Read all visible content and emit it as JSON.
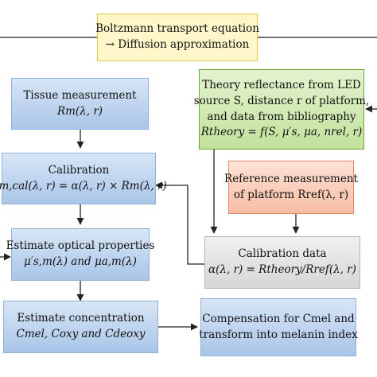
{
  "boxes": {
    "boltzmann": {
      "line1": "Boltzmann transport equation",
      "line2": "→ Diffusion approximation"
    },
    "tissue": {
      "line1": "Tissue measurement",
      "line2": "Rm(λ, r)"
    },
    "theory": {
      "line1": "Theory reflectance from LED",
      "line2": "source S, distance r of platform,",
      "line3": "and data from bibliography",
      "line4": "Rtheory = f(S, μ′s, μa, nrel, r)"
    },
    "calibration": {
      "line1": "Calibration",
      "line2": "Rm,cal(λ, r) = α(λ, r) × Rm(λ, r)"
    },
    "reference": {
      "line1": "Reference measurement",
      "line2": "of platform Rref(λ, r)"
    },
    "optical": {
      "line1": "Estimate optical properties",
      "line2": "μ′s,m(λ) and μa,m(λ)"
    },
    "calib_data": {
      "line1": "Calibration data",
      "line2": "α(λ, r) = Rtheory/Rref(λ, r)"
    },
    "concentration": {
      "line1": "Estimate concentration",
      "line2": "Cmel, Coxy and Cdeoxy"
    },
    "compensation": {
      "line1": "Compensation for Cmel and",
      "line2": "transform into melanin index"
    }
  },
  "colors": {
    "blue_box": "#a9c5e8",
    "yellow_box": "#fff6c9",
    "green_box": "#c2e19c",
    "orange_box": "#f7bda3",
    "gray_box": "#d6d6d6",
    "arrow": "#222222"
  }
}
